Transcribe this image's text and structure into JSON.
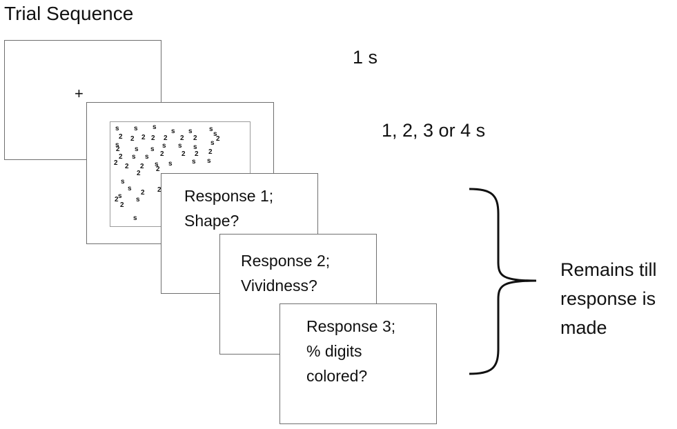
{
  "title": "Trial Sequence",
  "timings": {
    "fixation": "1 s",
    "stimulus": "1, 2, 3 or 4 s"
  },
  "screens": {
    "fixation_symbol": "+",
    "stimulus_glyphs": [
      "s",
      "2"
    ],
    "response1": "Response 1;\nShape?",
    "response2": "Response 2;\nVividness?",
    "response3": "Response 3;\n% digits\ncolored?"
  },
  "annotation": "Remains till\nresponse is\nmade"
}
